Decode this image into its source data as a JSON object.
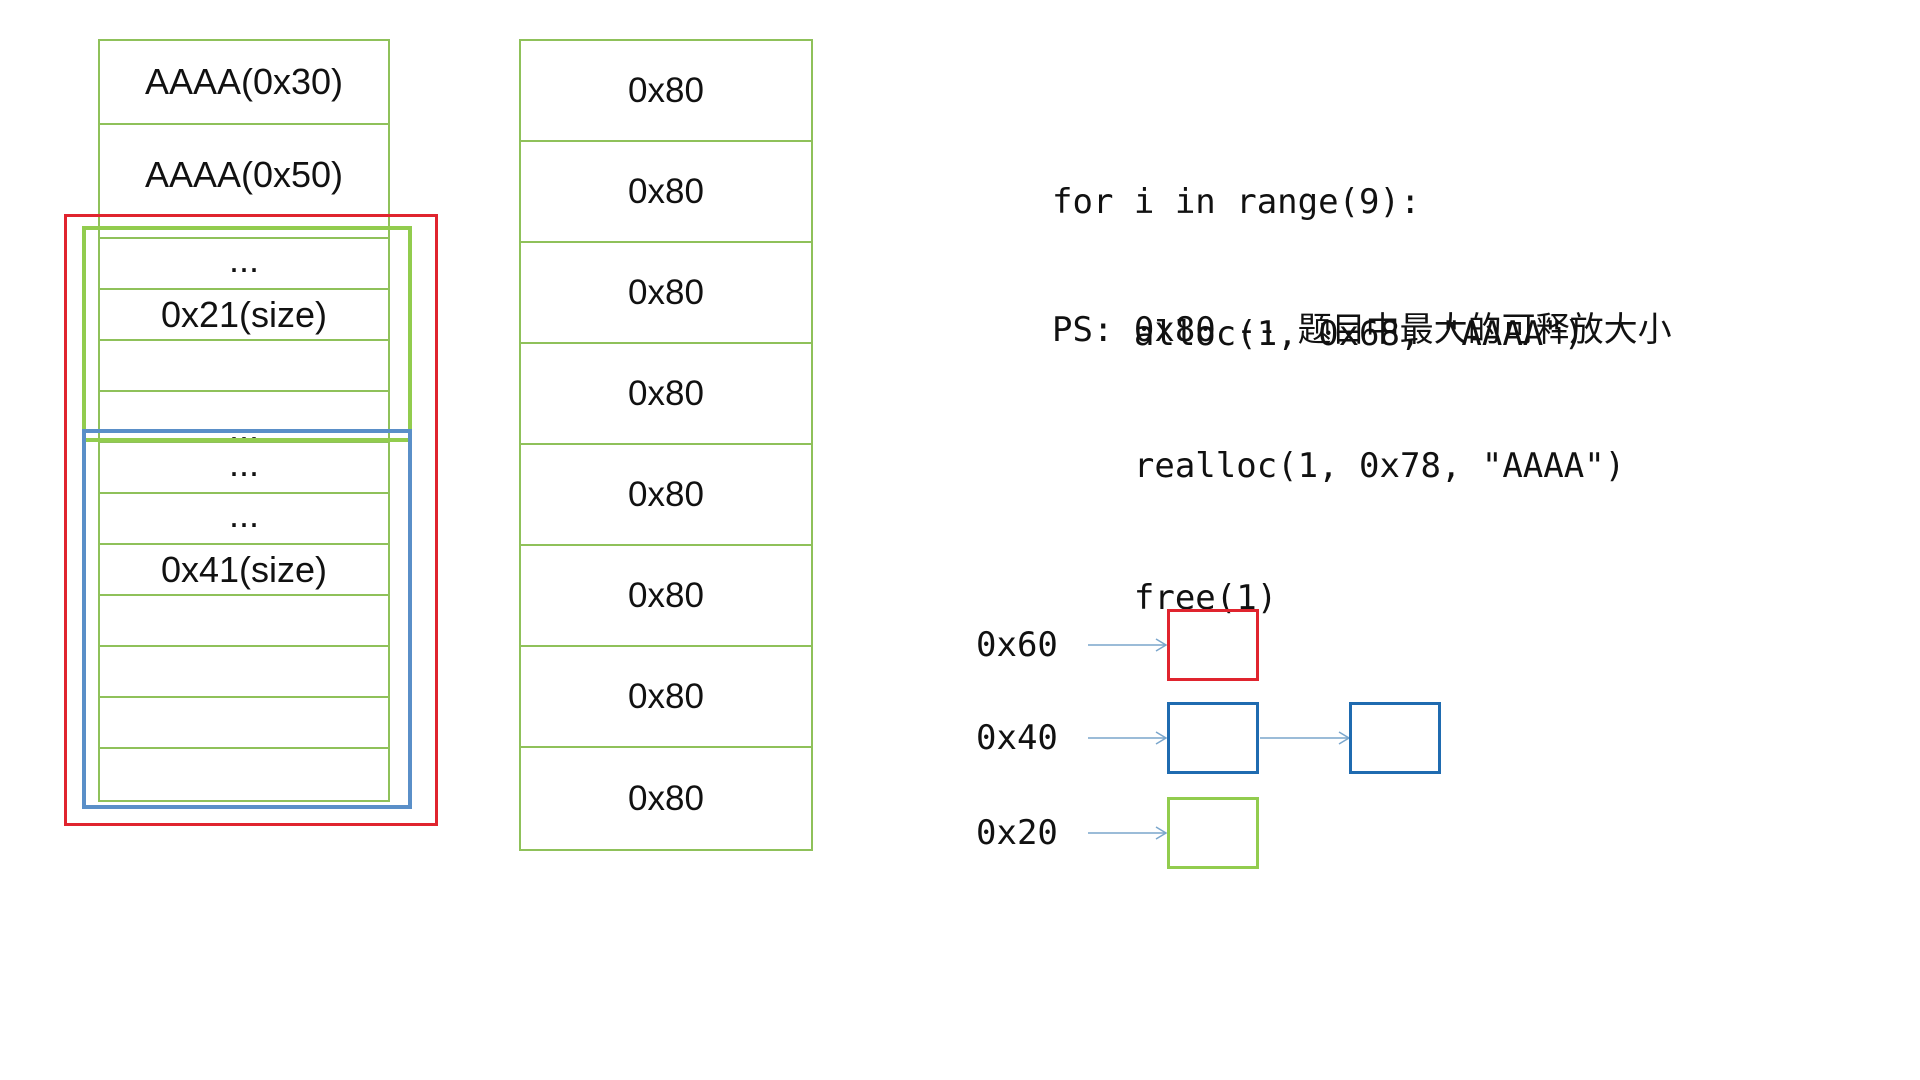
{
  "heap": {
    "rows": [
      {
        "text": "AAAA(0x30)"
      },
      {
        "text": "AAAA(0x50)"
      },
      {
        "text": "..."
      },
      {
        "text": "0x21(size)"
      },
      {
        "text": ""
      },
      {
        "text": "..."
      },
      {
        "text": "..."
      },
      {
        "text": "..."
      },
      {
        "text": "0x41(size)"
      },
      {
        "text": ""
      },
      {
        "text": ""
      },
      {
        "text": ""
      },
      {
        "text": ""
      }
    ]
  },
  "tcache": {
    "rows": [
      "0x80",
      "0x80",
      "0x80",
      "0x80",
      "0x80",
      "0x80",
      "0x80",
      "0x80"
    ]
  },
  "code": {
    "lines": [
      "for i in range(9):",
      "    alloc(1, 0x68, \"AAAA\")",
      "    realloc(1, 0x78, \"AAAA\")",
      "    free(1)"
    ],
    "ps": "PS: 0x80 -- 题目中最大的可释放大小"
  },
  "bins": [
    {
      "label": "0x60",
      "color": "#e0242e",
      "chunks": 1
    },
    {
      "label": "0x40",
      "color": "#1f6bb0",
      "chunks": 2
    },
    {
      "label": "0x20",
      "color": "#92cc4e",
      "chunks": 1
    }
  ],
  "colors": {
    "column_border": "#8fc15a",
    "overlay_red": "#e0242e",
    "overlay_green": "#92cc4e",
    "overlay_blue": "#5a8fc8",
    "arrow": "#7aa6cc"
  }
}
